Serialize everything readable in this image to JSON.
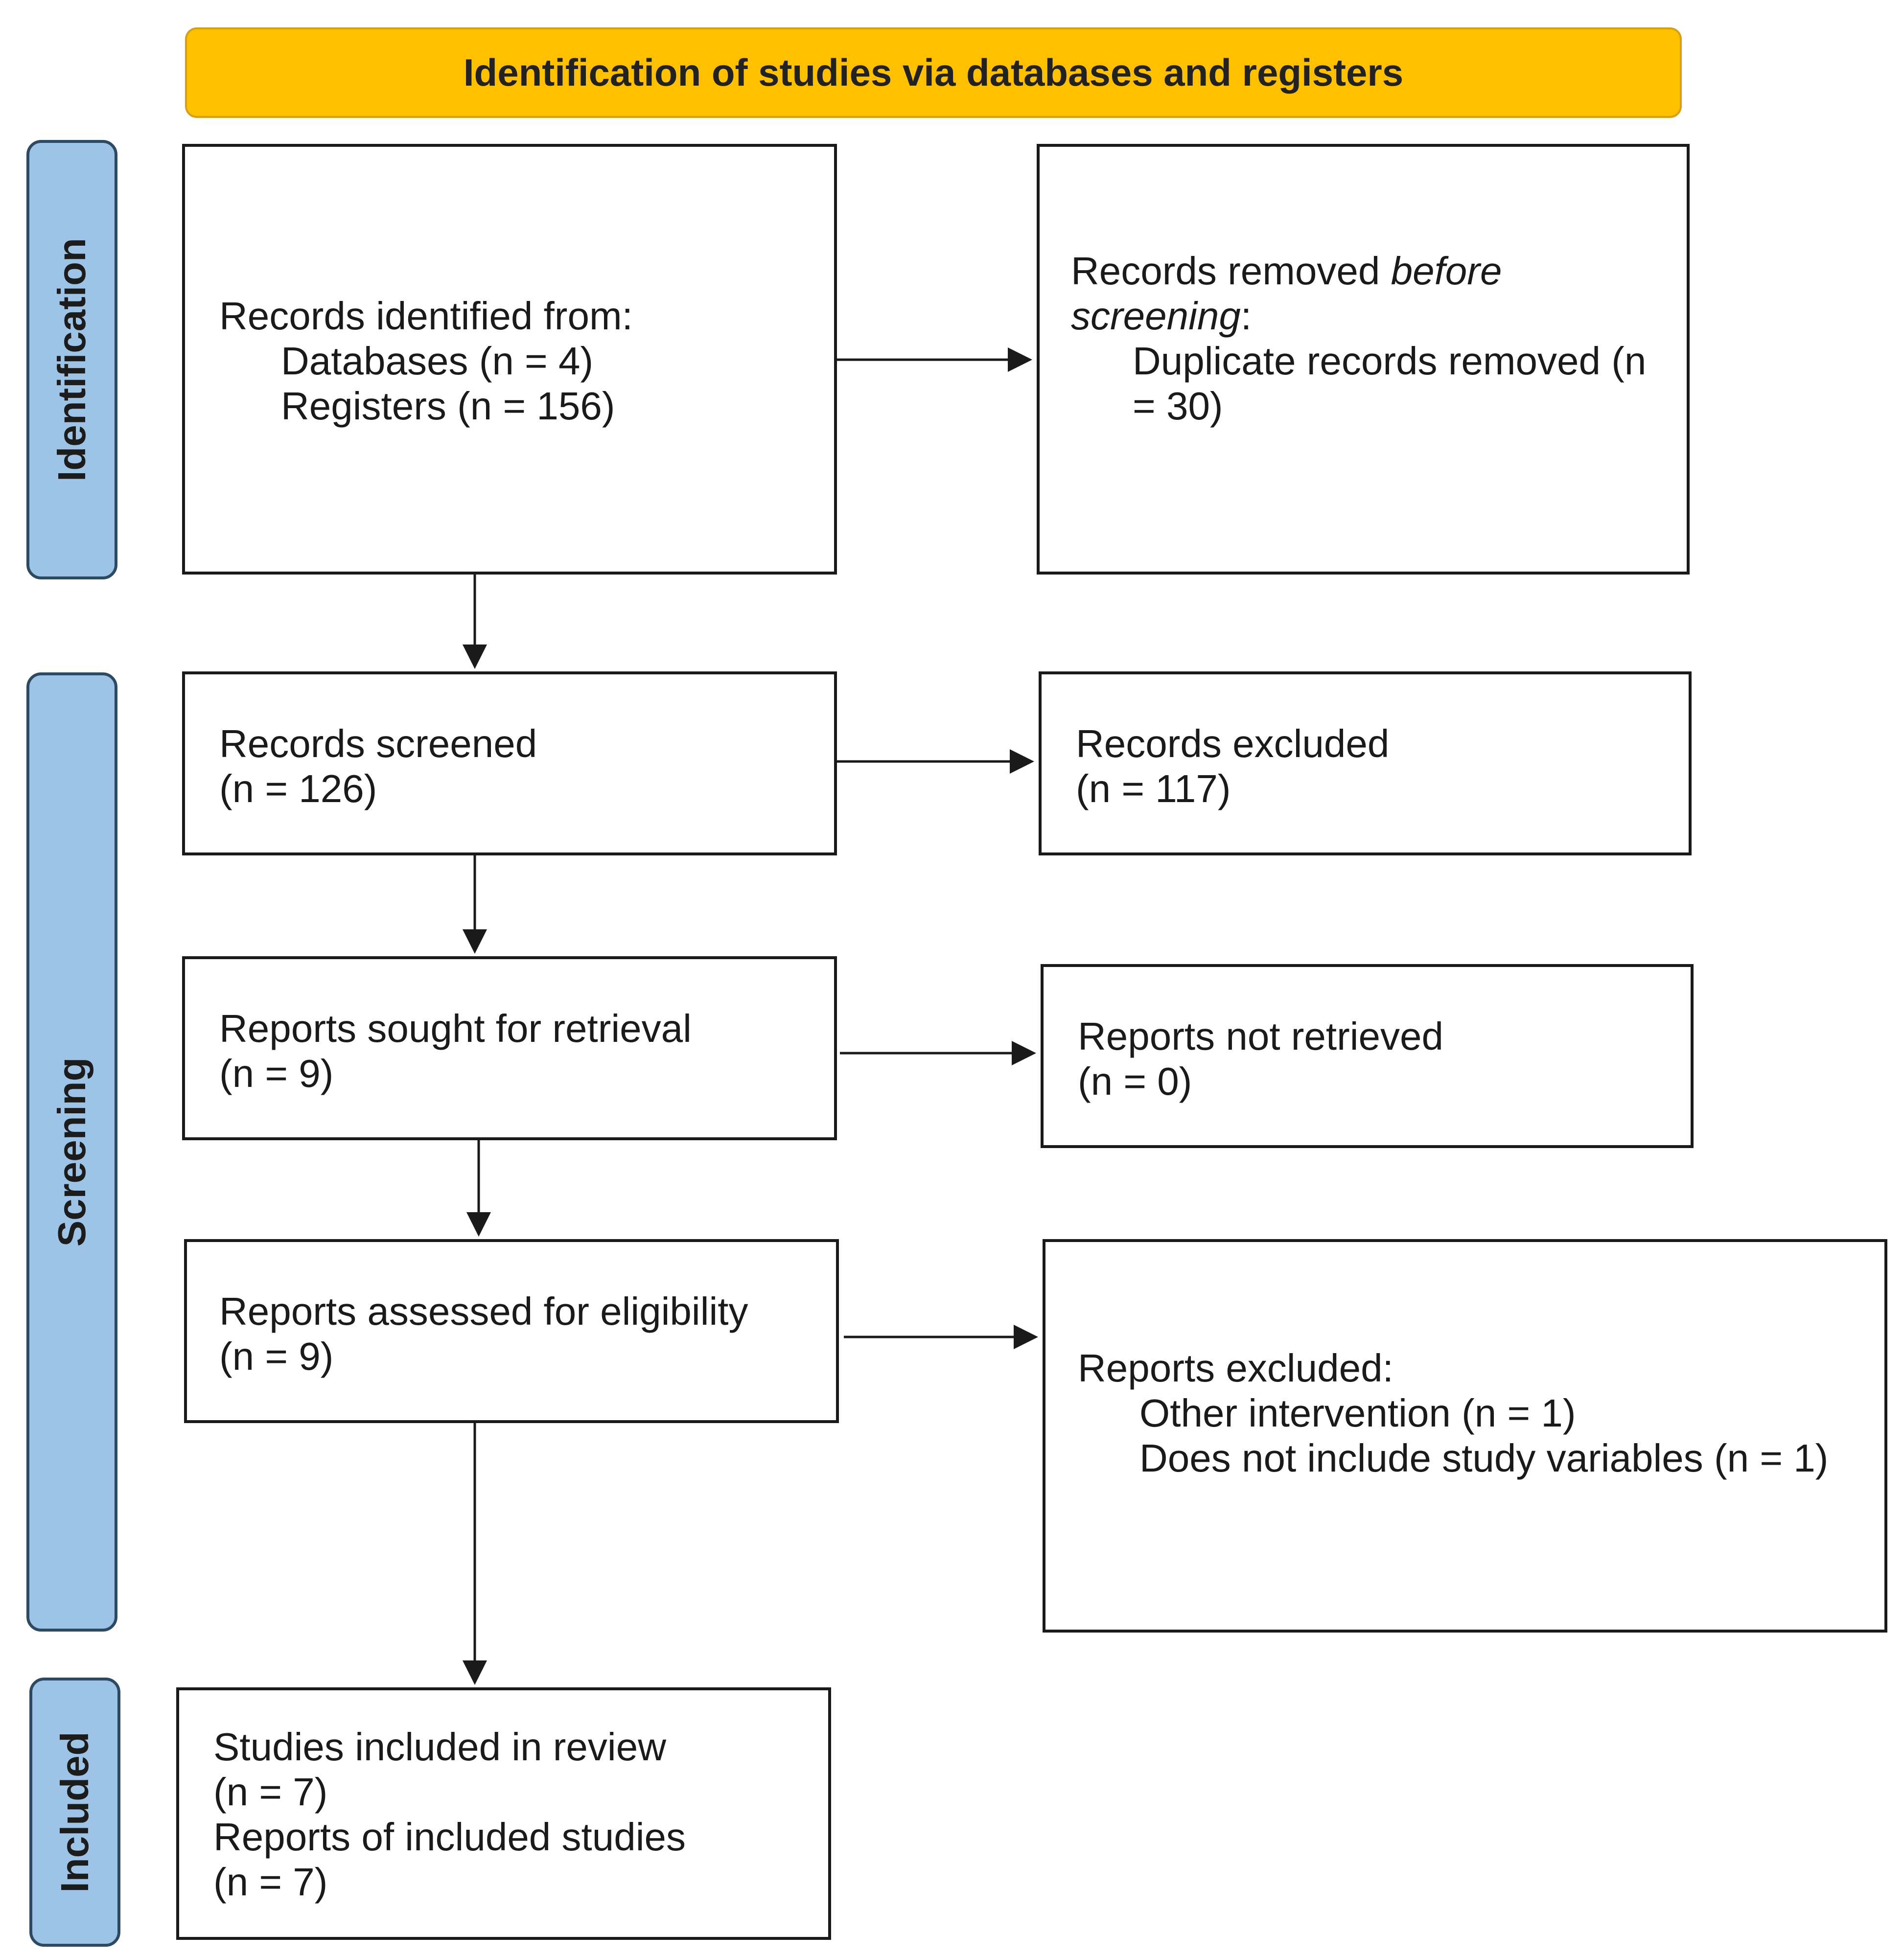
{
  "header": {
    "title": "Identification of studies via databases and registers"
  },
  "phases": {
    "identification": "Identification",
    "screening": "Screening",
    "included": "Included"
  },
  "boxes": {
    "records_identified": {
      "heading": "Records identified from:",
      "databases": "Databases (n = 4)",
      "registers": "Registers (n = 156)"
    },
    "records_removed": {
      "heading_prefix": "Records removed ",
      "heading_italic": "before",
      "heading_italic2": "screening",
      "heading_suffix": ":",
      "line1": "Duplicate records removed (n",
      "line2": "= 30)"
    },
    "records_screened": {
      "label": "Records screened",
      "count": "(n = 126)"
    },
    "records_excluded": {
      "label": "Records excluded",
      "count": "(n = 117)"
    },
    "reports_sought": {
      "label": "Reports sought for retrieval",
      "count": "(n = 9)"
    },
    "reports_not_retrieved": {
      "label": "Reports not retrieved",
      "count": "(n = 0)"
    },
    "reports_assessed": {
      "label": "Reports assessed for eligibility",
      "count": "(n = 9)"
    },
    "reports_excluded": {
      "heading": "Reports excluded:",
      "reason1": "Other intervention (n = 1)",
      "reason2": "Does not include study variables (n = 1)"
    },
    "studies_included": {
      "label1": "Studies included in review",
      "count1": "(n = 7)",
      "label2": "Reports of included studies",
      "count2": "(n = 7)"
    }
  }
}
